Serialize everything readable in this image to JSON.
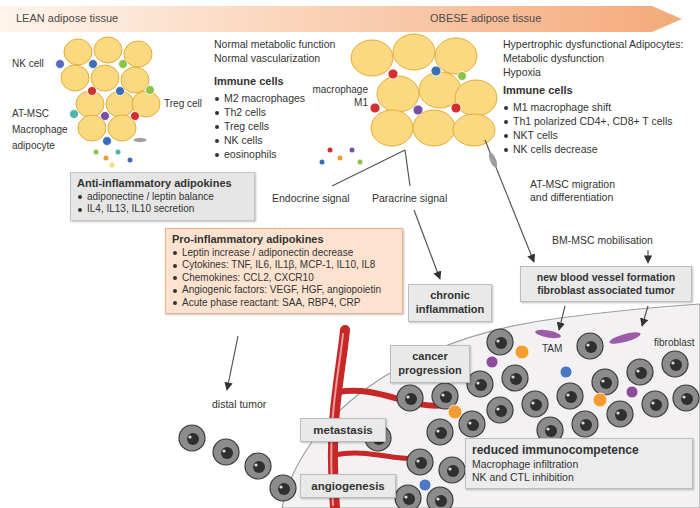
{
  "diagram": {
    "nodes": [
      {
        "text": [
          "Anti-inflammatory adipokines",
          "adiponectine / leptin balance",
          "IL4, IL13, IL10 secretion"
        ]
      },
      {
        "text": [
          "Pro-inflammatory adipokines",
          "Leptin increase / adiponectin decrease",
          "Cytokines: TNF, IL6, IL1β, MCP-1, IL10, IL8",
          "Chemokines: CCL2, CXCR10",
          "Angiogenic factors: VEGF, HGF, angiopoietin",
          "Acute phase reactant: SAA, RBP4, CRP"
        ]
      },
      {
        "text": [
          "chronic inflammation"
        ]
      },
      {
        "text": [
          "new blood vessel formation fibroblast associated tumor"
        ]
      },
      {
        "text": [
          "cancer progression"
        ]
      },
      {
        "text": [
          "metastasis"
        ]
      },
      {
        "text": [
          "reduced immunocompetence",
          "Macrophage infiltration",
          "NK and CTL inhibition"
        ]
      },
      {
        "text": [
          "angiogenesis"
        ]
      }
    ],
    "labels": [
      "LEAN adipose tissue",
      "OBESE adipose tissue",
      "Normal metabolic function",
      "Normal vascularization",
      "NK cell",
      "Treg cell",
      "Immune cells",
      "M2 macrophages",
      "Th2 cells",
      "Treg cells",
      "NK cells",
      "eosinophils",
      "AT-MSC",
      "Macrophage",
      "adipocyte",
      "macrophage M1",
      "Hypertrophic dysfunctional Adipocytes:",
      "Metabolic dysfunction",
      "Hypoxia",
      "Immune cells",
      "M1 macrophage shift",
      "Th1 polarized CD4+, CD8+ T cells",
      "NKT cells",
      "NK cells decrease",
      "AT-MSC migration and differentiation",
      "Endocrine signal",
      "Paracrine signal",
      "BM-MSC mobilisation",
      "fibroblast",
      "TAM",
      "distal tumor"
    ]
  }
}
